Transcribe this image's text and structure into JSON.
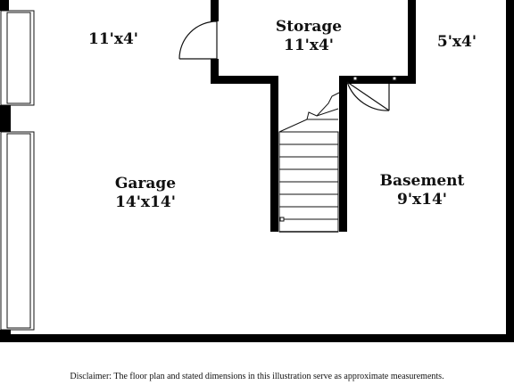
{
  "rooms": {
    "top_left": {
      "dims": "11'x4'"
    },
    "storage": {
      "name": "Storage",
      "dims": "11'x4'"
    },
    "top_right": {
      "dims": "5'x4'"
    },
    "garage": {
      "name": "Garage",
      "dims": "14'x14'"
    },
    "basement": {
      "name": "Basement",
      "dims": "9'x14'"
    }
  },
  "disclaimer": "Disclaimer: The floor plan and stated dimensions in this illustration serve as approximate measurements.",
  "colors": {
    "wall": "#000000",
    "door": "#111111",
    "background": "#ffffff"
  },
  "icons": {
    "garage_door": "garage-door-icon",
    "swing_door": "door-swing-icon",
    "stairs": "stairs-icon"
  }
}
